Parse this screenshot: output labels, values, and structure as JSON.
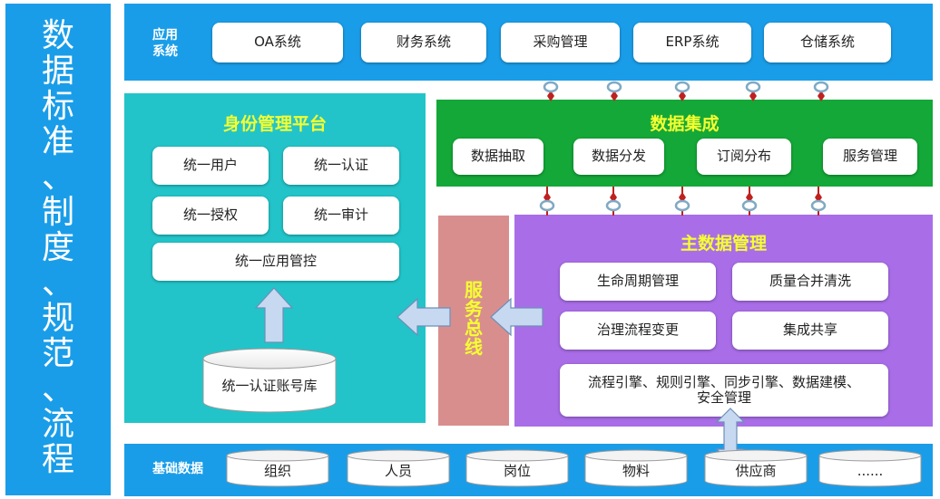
{
  "left_bar": {
    "chars": [
      "数",
      "据",
      "标",
      "准",
      "、",
      "制",
      "度",
      "、",
      "规",
      "范",
      "、",
      "流",
      "程"
    ]
  },
  "apps": {
    "label_lines": [
      "应用",
      "系统"
    ],
    "items": [
      "OA系统",
      "财务系统",
      "采购管理",
      "ERP系统",
      "仓储系统"
    ]
  },
  "identity": {
    "title": "身份管理平台",
    "items": [
      "统一用户",
      "统一认证",
      "统一授权",
      "统一审计"
    ],
    "wide_item": "统一应用管控",
    "db_label": "统一认证账号库"
  },
  "integration": {
    "title": "数据集成",
    "items": [
      "数据抽取",
      "数据分发",
      "订阅分布",
      "服务管理"
    ]
  },
  "bus": {
    "chars": [
      "服",
      "务",
      "总",
      "线"
    ]
  },
  "master": {
    "title": "主数据管理",
    "items": [
      "生命周期管理",
      "质量合并清洗",
      "治理流程变更",
      "集成共享"
    ],
    "engine_lines": [
      "流程引擎、规则引擎、同步引擎、数据建模、",
      "安全管理"
    ]
  },
  "base": {
    "label": "基础数据",
    "items": [
      "组织",
      "人员",
      "岗位",
      "物料",
      "供应商",
      "......"
    ]
  },
  "colors": {
    "blue": "#1a9de8",
    "teal": "#22c4c9",
    "green": "#14a838",
    "purple": "#a96de8",
    "bus": "#d98e8e",
    "title_yellow": "#f5ff30",
    "connector_red": "#c0201f",
    "connector_ring": "#7fa9c4",
    "arrow_fill": "#c6d9f0"
  }
}
